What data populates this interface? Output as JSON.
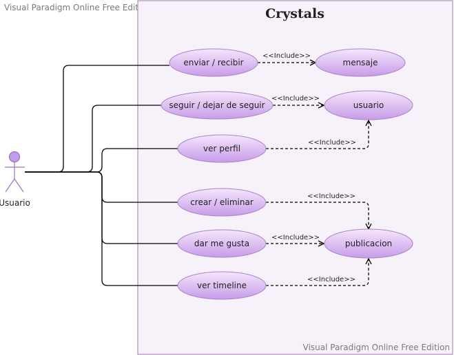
{
  "watermark_top": "Visual Paradigm Online Free Edition",
  "watermark_bottom": "Visual Paradigm Online Free Edition",
  "system": {
    "title": "Crystals"
  },
  "actor": {
    "label": "Usuario"
  },
  "use_cases": [
    {
      "id": "uc1",
      "label": "enviar / recibir"
    },
    {
      "id": "uc2",
      "label": "mensaje"
    },
    {
      "id": "uc3",
      "label": "seguir / dejar de seguir"
    },
    {
      "id": "uc4",
      "label": "usuario"
    },
    {
      "id": "uc5",
      "label": "ver perfil"
    },
    {
      "id": "uc6",
      "label": "crear / eliminar"
    },
    {
      "id": "uc7",
      "label": "dar me gusta"
    },
    {
      "id": "uc8",
      "label": "publicacion"
    },
    {
      "id": "uc9",
      "label": "ver timeline"
    }
  ],
  "include_label": "<<Include>>",
  "colors": {
    "system_fill": "#f7f1f9",
    "system_stroke": "#9c7aa8",
    "ellipse_top": "#f3e3fb",
    "ellipse_bottom": "#c69ae6",
    "ellipse_stroke": "#a983c9",
    "actor_fill": "#c29bea",
    "line": "#000000"
  }
}
